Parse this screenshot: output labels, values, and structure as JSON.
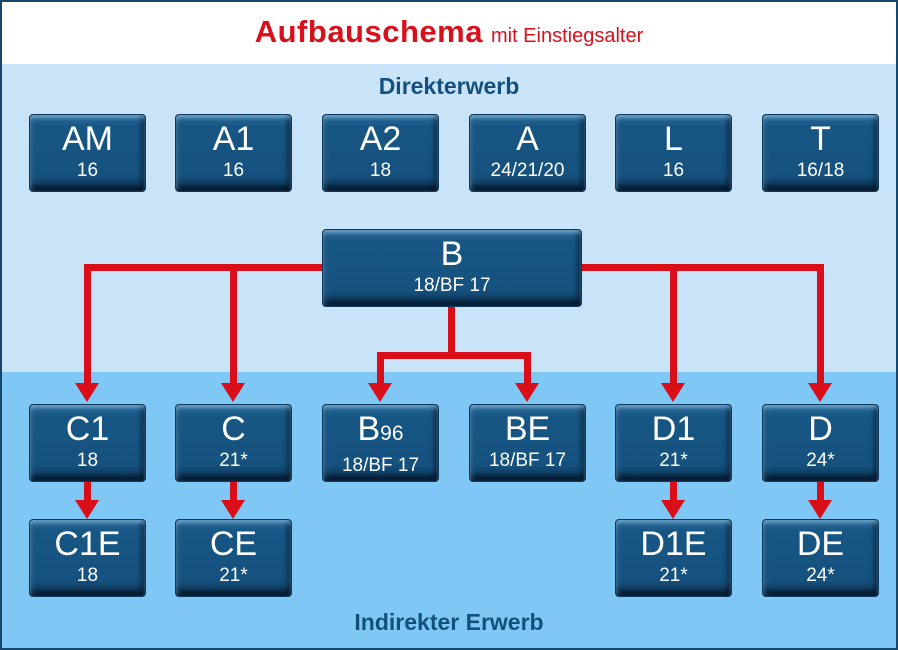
{
  "title": {
    "main": "Aufbauschema",
    "suffix": "mit Einstiegsalter"
  },
  "sections": {
    "direct": "Direkterwerb",
    "indirect": "Indirekter Erwerb"
  },
  "colors": {
    "accent_red": "#da0e18",
    "box_blue": "#15517e",
    "band_light_blue": "#c9e4f8",
    "band_medium_blue": "#7fc8f6",
    "section_label_blue": "#14507e"
  },
  "nodes": {
    "am": {
      "label": "AM",
      "age": "16"
    },
    "a1": {
      "label": "A1",
      "age": "16"
    },
    "a2": {
      "label": "A2",
      "age": "18"
    },
    "a": {
      "label": "A",
      "age": "24/21/20"
    },
    "l": {
      "label": "L",
      "age": "16"
    },
    "t": {
      "label": "T",
      "age": "16/18"
    },
    "b": {
      "label": "B",
      "age": "18/BF 17"
    },
    "c1": {
      "label": "C1",
      "age": "18"
    },
    "c": {
      "label": "C",
      "age": "21*"
    },
    "b96": {
      "label": "B",
      "label_sub": "96",
      "age": "18/BF 17"
    },
    "be": {
      "label": "BE",
      "age": "18/BF 17"
    },
    "d1": {
      "label": "D1",
      "age": "21*"
    },
    "d": {
      "label": "D",
      "age": "24*"
    },
    "c1e": {
      "label": "C1E",
      "age": "18"
    },
    "ce": {
      "label": "CE",
      "age": "21*"
    },
    "d1e": {
      "label": "D1E",
      "age": "21*"
    },
    "de": {
      "label": "DE",
      "age": "24*"
    }
  }
}
